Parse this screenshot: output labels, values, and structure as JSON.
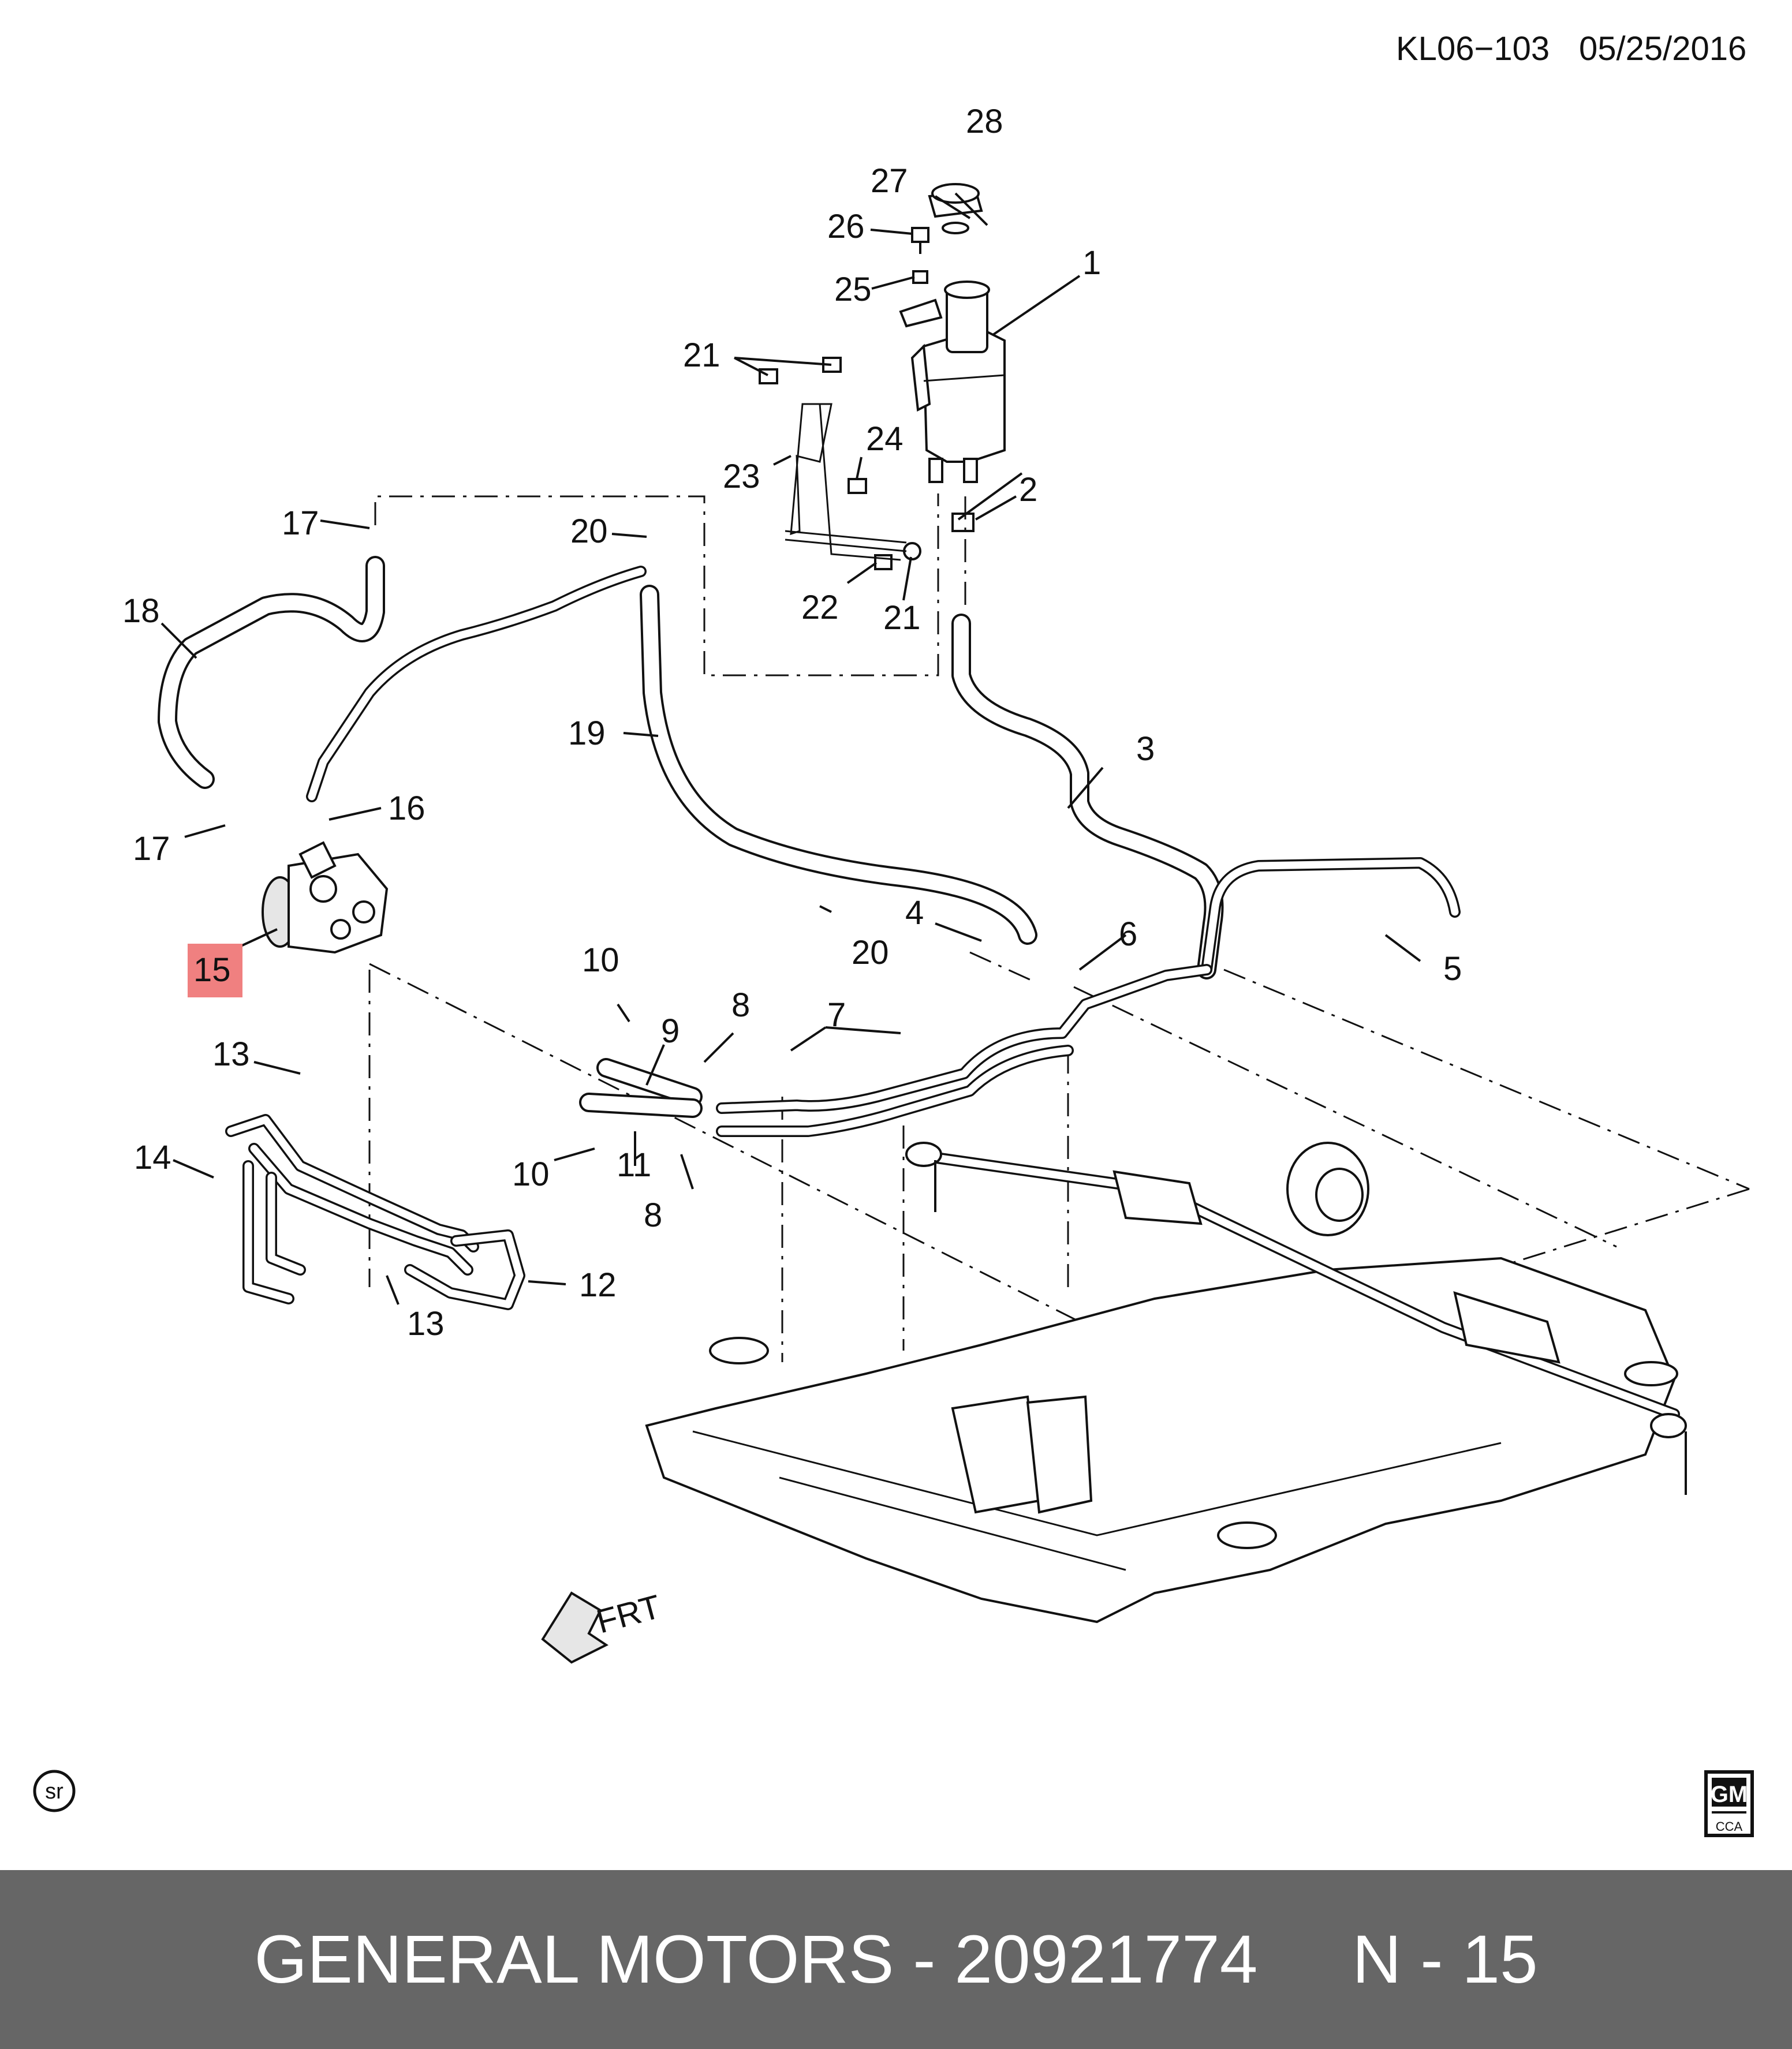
{
  "header": {
    "diagram_code": "KL06−103",
    "date": "05/25/2016"
  },
  "callouts": {
    "c1": "1",
    "c2": "2",
    "c3": "3",
    "c4": "4",
    "c5": "5",
    "c6": "6",
    "c7": "7",
    "c8a": "8",
    "c8b": "8",
    "c9": "9",
    "c10a": "10",
    "c10b": "10",
    "c11": "11",
    "c12": "12",
    "c13a": "13",
    "c13b": "13",
    "c14": "14",
    "c15": "15",
    "c16": "16",
    "c17a": "17",
    "c17b": "17",
    "c18": "18",
    "c19": "19",
    "c20a": "20",
    "c20b": "20",
    "c21a": "21",
    "c21b": "21",
    "c22": "22",
    "c23": "23",
    "c24": "24",
    "c25": "25",
    "c26": "26",
    "c27": "27",
    "c28": "28"
  },
  "highlight": {
    "callout": "15",
    "color": "#f08080"
  },
  "direction_marker": "FRT",
  "symbols": {
    "sr_mark": "sr",
    "gm_logo_text": "GM",
    "gm_logo_sub": "CCA"
  },
  "footer": {
    "text": "GENERAL MOTORS - 20921774     N - 15",
    "background": "#666666",
    "color": "#ffffff"
  }
}
